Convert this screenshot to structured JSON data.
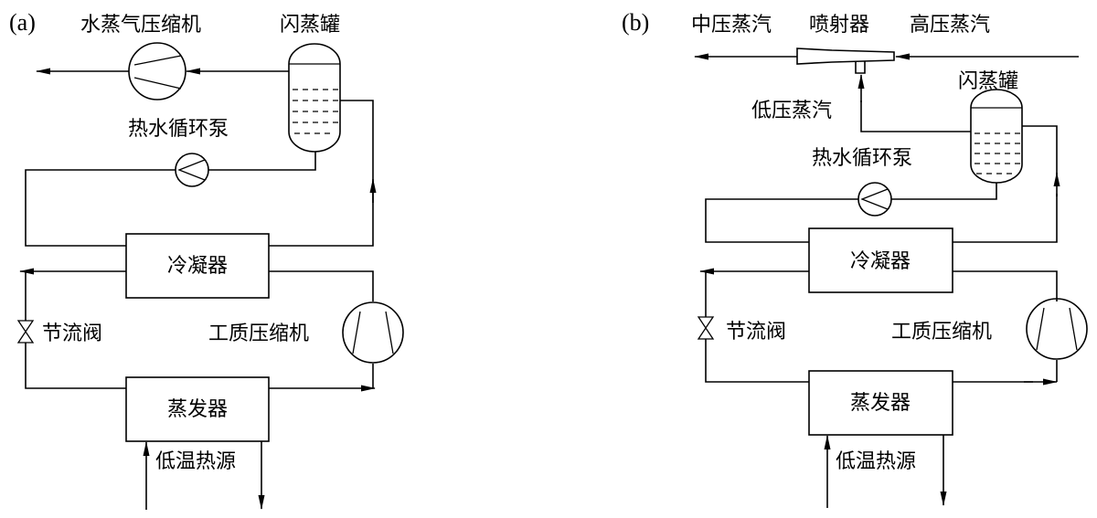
{
  "panel_a": {
    "tag": "(a)",
    "vapor_compressor": "水蒸气压缩机",
    "flash_tank": "闪蒸罐",
    "hot_water_pump": "热水循环泵",
    "condenser": "冷凝器",
    "throttle_valve": "节流阀",
    "working_fluid_compressor": "工质压缩机",
    "evaporator": "蒸发器",
    "heat_source": "低温热源"
  },
  "panel_b": {
    "tag": "(b)",
    "medium_pressure_steam": "中压蒸汽",
    "ejector": "喷射器",
    "high_pressure_steam": "高压蒸汽",
    "flash_tank": "闪蒸罐",
    "low_pressure_steam": "低压蒸汽",
    "hot_water_pump": "热水循环泵",
    "condenser": "冷凝器",
    "throttle_valve": "节流阀",
    "working_fluid_compressor": "工质压缩机",
    "evaporator": "蒸发器",
    "heat_source": "低温热源"
  }
}
